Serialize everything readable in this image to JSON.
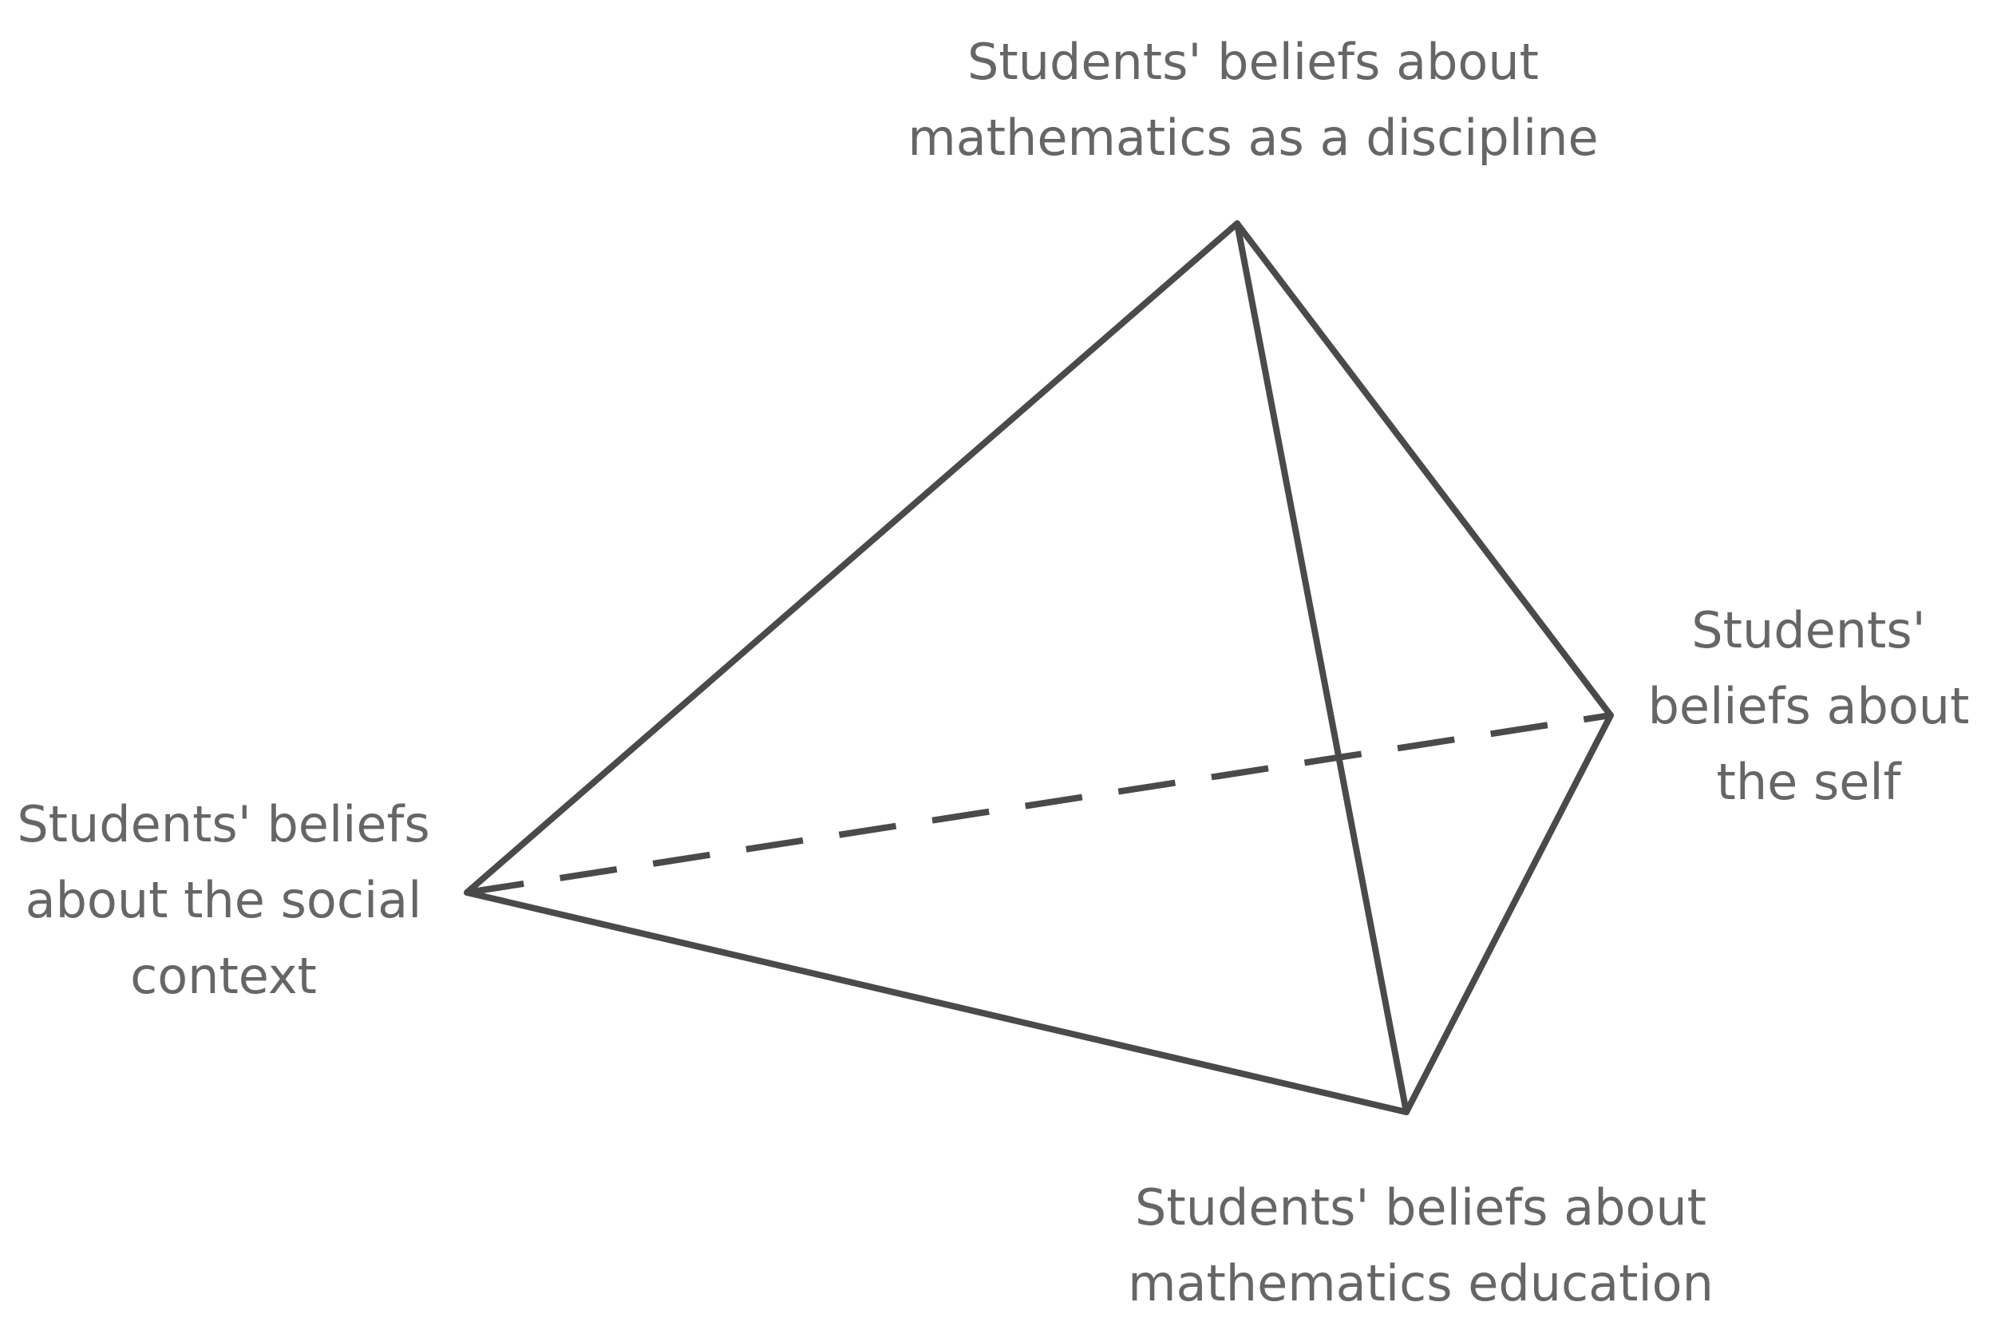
{
  "vertices": {
    "top": {
      "lines": [
        "Students' beliefs about",
        "mathematics as a discipline"
      ]
    },
    "right": {
      "lines": [
        "Students'",
        "beliefs about",
        "the self"
      ]
    },
    "left": {
      "lines": [
        "Students' beliefs",
        "about the social",
        "context"
      ]
    },
    "bottom": {
      "lines": [
        "Students' beliefs about",
        "mathematics education"
      ]
    }
  },
  "colors": {
    "line": "#4a4a4a",
    "text": "#666666",
    "background": "#ffffff"
  }
}
